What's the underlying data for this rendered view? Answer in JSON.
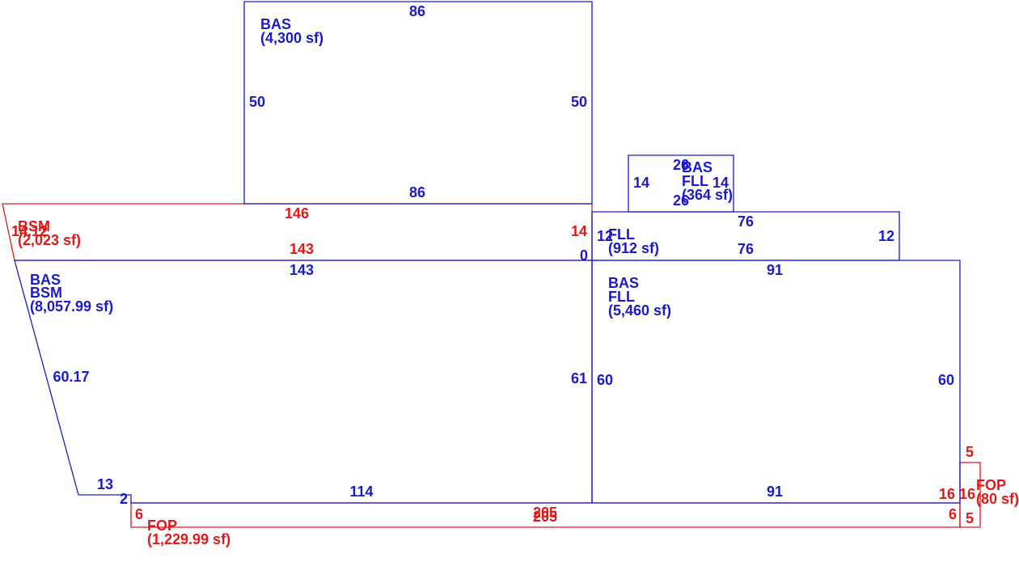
{
  "colors": {
    "blue": "#1a1acc",
    "red": "#e01818"
  },
  "areas": {
    "bas_top": {
      "code": "BAS",
      "area": "(4,300 sf)"
    },
    "bsm_red": {
      "code": "BSM",
      "area": "(2,023 sf)"
    },
    "bas_bsm": {
      "code1": "BAS",
      "code2": "BSM",
      "area": "(8,057.99 sf)"
    },
    "bas_fll_small": {
      "code1": "BAS",
      "code2": "FLL",
      "area": "(364 sf)"
    },
    "fll": {
      "code": "FLL",
      "area": "(912 sf)"
    },
    "bas_fll_large": {
      "code1": "BAS",
      "code2": "FLL",
      "area": "(5,460 sf)"
    },
    "fop_small": {
      "code": "FOP",
      "area": "(80 sf)"
    },
    "fop_large": {
      "code": "FOP",
      "area": "(1,229.99 sf)"
    }
  },
  "dims": {
    "top_top": "86",
    "top_left": "50",
    "top_right": "50",
    "top_bottom": "86",
    "bsm_top": "146",
    "bsm_bottom": "143",
    "bsm_left": "14.12",
    "bsm_right": "14",
    "main_top": "143",
    "main_slant": "60.17",
    "main_right": "61",
    "main_step_top": "13",
    "main_step_side": "2",
    "main_bottom": "114",
    "small_top": "26",
    "small_left": "14",
    "small_right": "14",
    "small_bottom": "26",
    "fll_top": "76",
    "fll_left": "12",
    "fll_right": "12",
    "fll_bottom": "76",
    "fll_zero": "0",
    "ne_top": "91",
    "ne_left": "60",
    "ne_right": "60",
    "ne_bottom": "91",
    "fop_len_a": "205",
    "fop_len_b": "205",
    "fop_left": "6",
    "fop_right": "6",
    "fopr_top": "5",
    "fopr_left": "16",
    "fopr_right": "16",
    "fopr_bottom": "5"
  }
}
